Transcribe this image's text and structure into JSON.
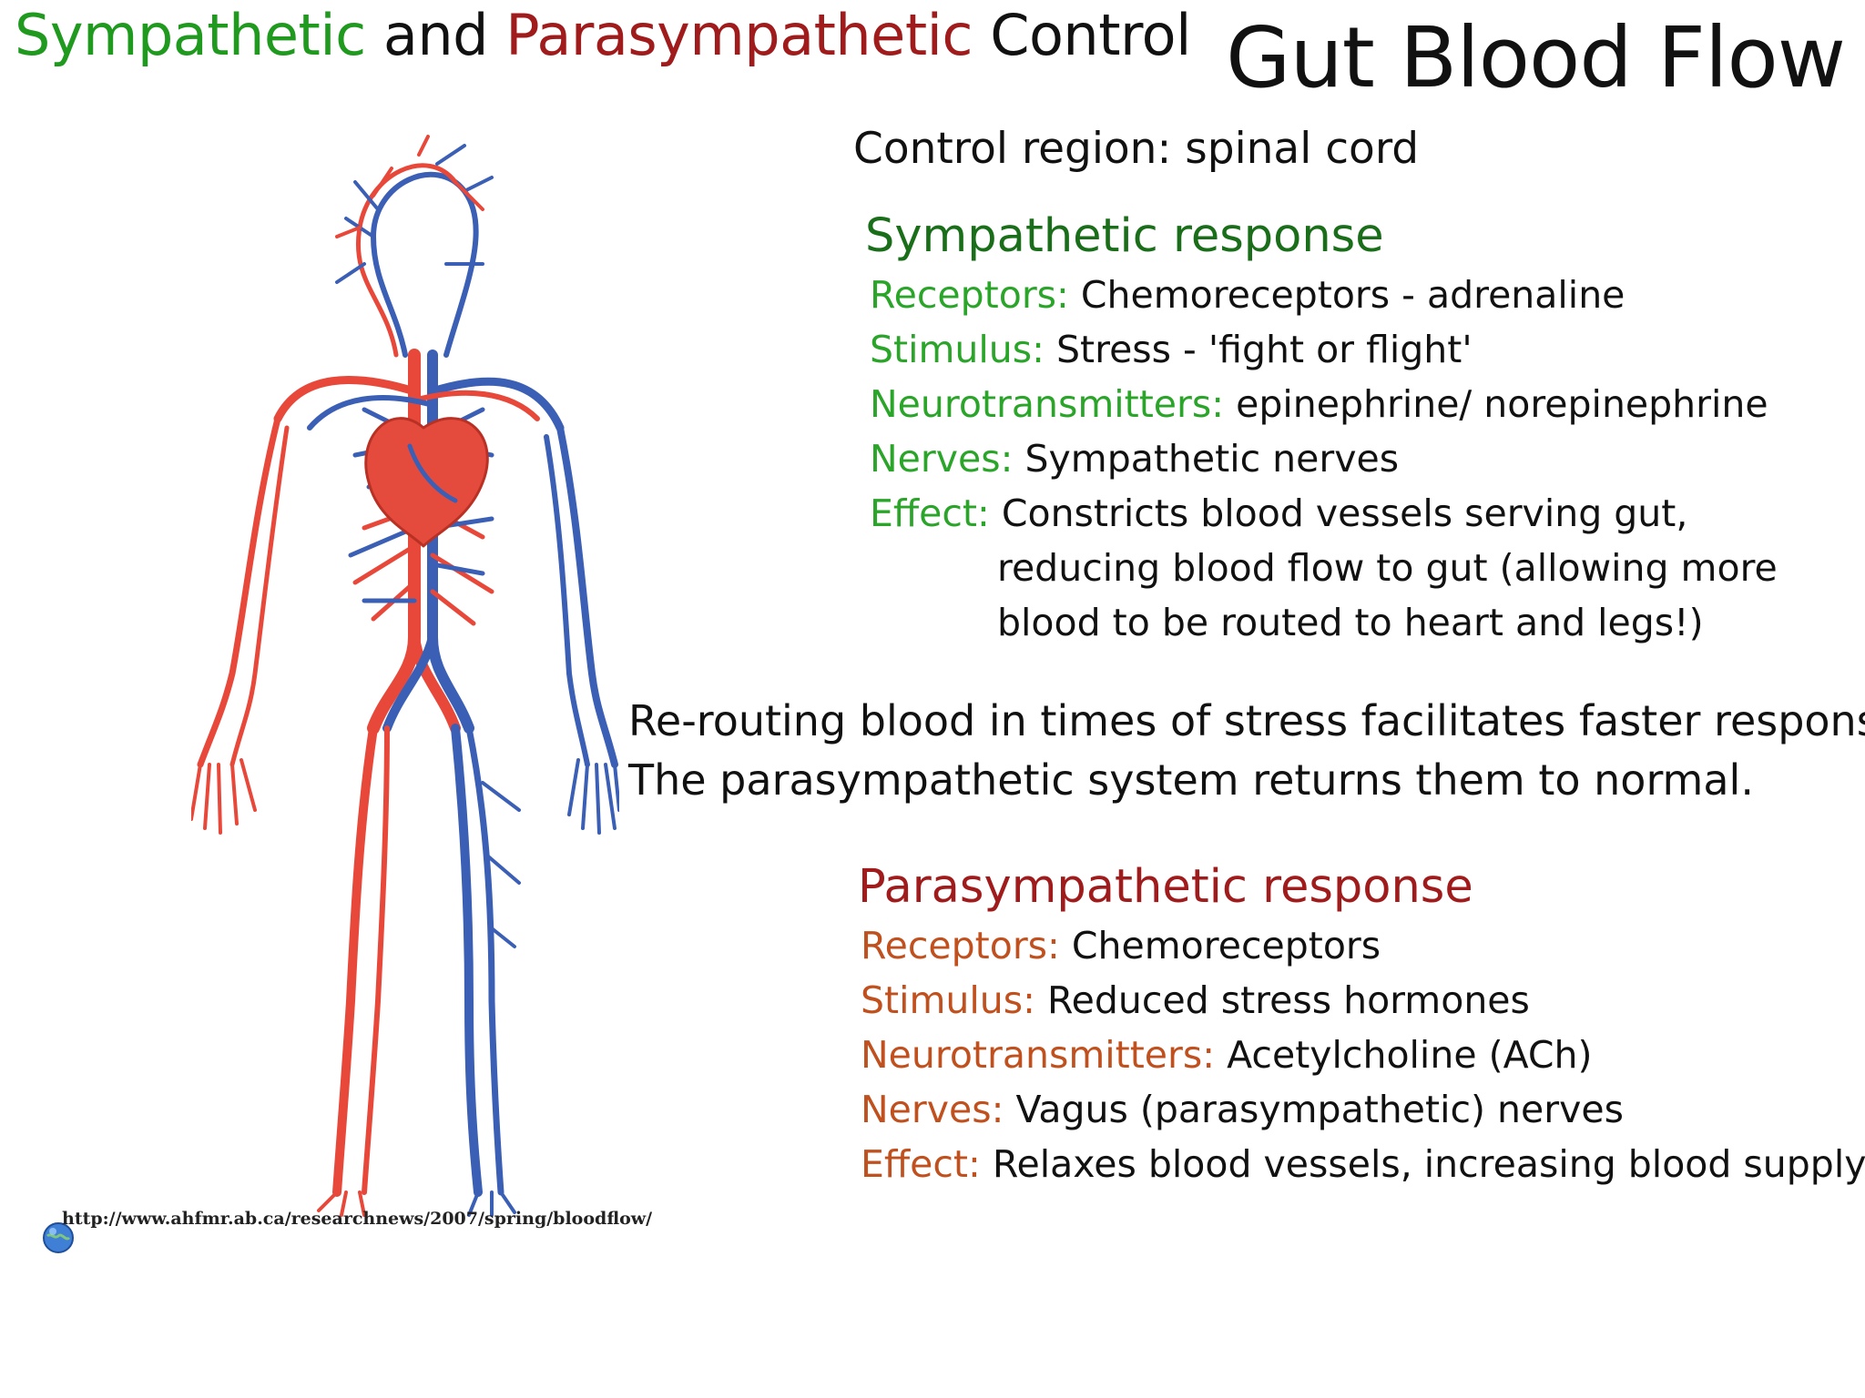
{
  "header": {
    "title_sym": "Sympathetic",
    "title_and": "and",
    "title_para": "Parasympathetic",
    "title_control": "Control"
  },
  "main_title": "Gut Blood Flow",
  "control_region": "Control region: spinal cord",
  "sympathetic": {
    "heading": "Sympathetic response",
    "items": [
      {
        "label": "Receptors:",
        "value": "Chemoreceptors - adrenaline"
      },
      {
        "label": "Stimulus:",
        "value": "Stress - 'fight or flight'"
      },
      {
        "label": "Neurotransmitters:",
        "value": "epinephrine/ norepinephrine"
      },
      {
        "label": "Nerves:",
        "value": "Sympathetic nerves"
      },
      {
        "label": "Effect:",
        "value": "Constricts blood vessels serving gut,"
      }
    ],
    "effect_cont": [
      "reducing blood flow to gut (allowing more",
      "blood to be routed to heart and legs!)"
    ]
  },
  "notes": [
    "Re-routing blood in times of stress facilitates faster responses.",
    "The parasympathetic system returns them to normal."
  ],
  "parasympathetic": {
    "heading": "Parasympathetic response",
    "items": [
      {
        "label": "Receptors:",
        "value": "Chemoreceptors"
      },
      {
        "label": "Stimulus:",
        "value": "Reduced stress hormones"
      },
      {
        "label": "Neurotransmitters:",
        "value": "Acetylcholine (ACh)"
      },
      {
        "label": "Nerves:",
        "value": "Vagus (parasympathetic) nerves"
      },
      {
        "label": "Effect:",
        "value": "Relaxes blood vessels, increasing blood supply"
      }
    ]
  },
  "source_url": "http://www.ahfmr.ab.ca/researchnews/2007/spring/bloodflow/",
  "colors": {
    "sympathetic_heading": "#1a6e1a",
    "sympathetic_label": "#2aa52a",
    "parasympathetic_heading": "#a01c1c",
    "parasympathetic_label": "#c0511f",
    "artery": "#e8483a",
    "vein": "#3a5fb5"
  },
  "icons": {
    "globe": "globe-icon"
  }
}
